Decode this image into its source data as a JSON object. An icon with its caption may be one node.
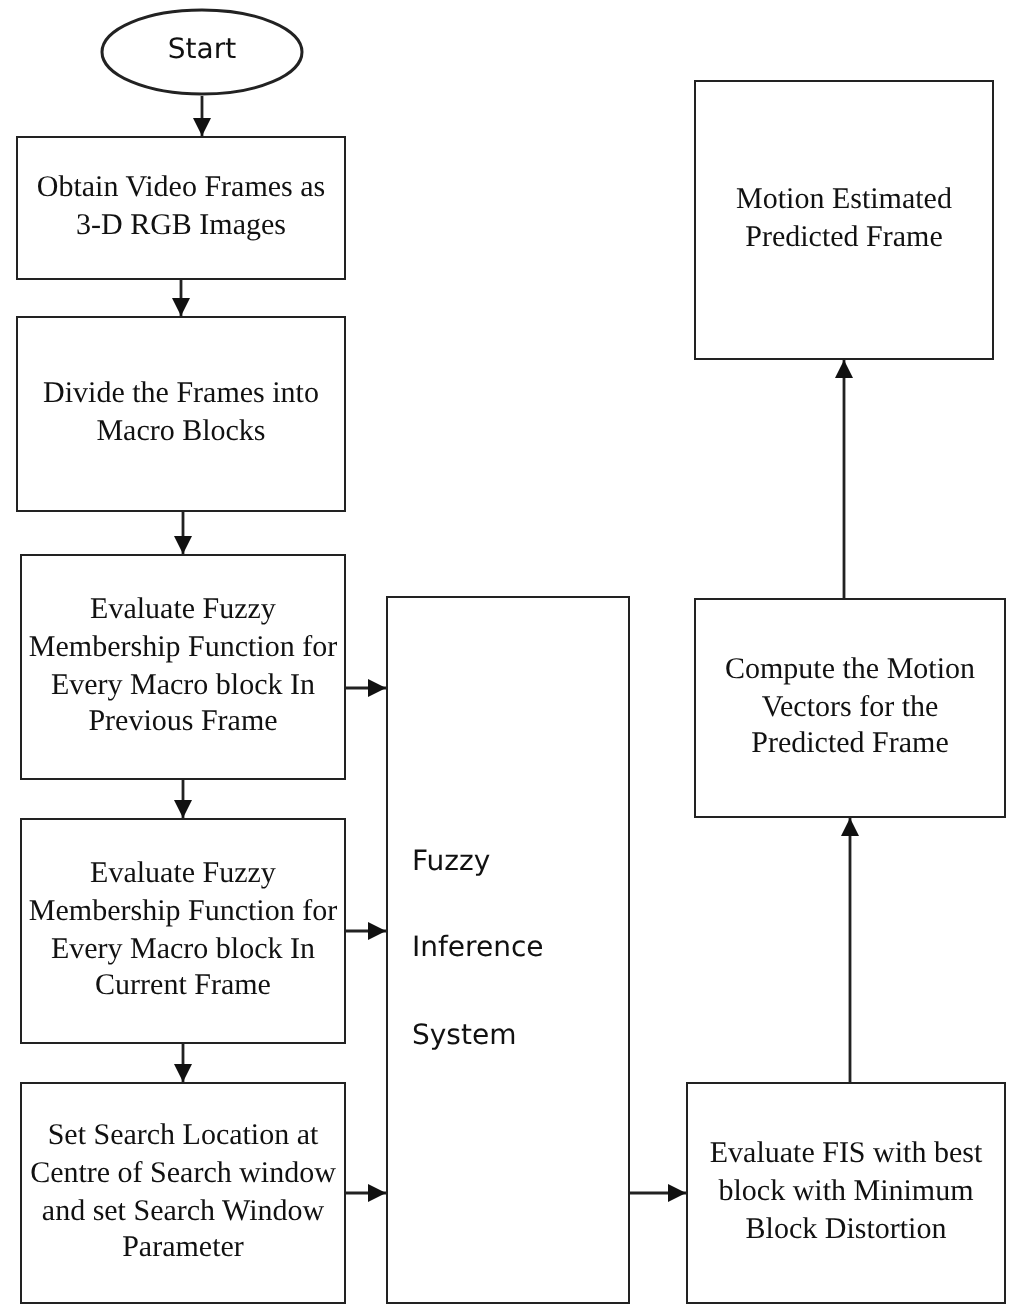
{
  "diagram": {
    "nodes": [
      {
        "text": [
          "Start"
        ]
      },
      {
        "text": [
          "Obtain Video Frames as 3-D RGB Images"
        ]
      },
      {
        "text": [
          "Divide the Frames into Macro Blocks"
        ]
      },
      {
        "text": [
          "Evaluate Fuzzy Membership Function for Every Macro block In Previous Frame"
        ]
      },
      {
        "text": [
          "Evaluate Fuzzy Membership Function for Every Macro block In Current Frame"
        ]
      },
      {
        "text": [
          "Set Search Location at Centre of Search window and set Search Window Parameter"
        ]
      },
      {
        "text": [
          "Fuzzy Inference System"
        ]
      },
      {
        "text": [
          "Motion Estimated Predicted Frame"
        ]
      },
      {
        "text": [
          "Compute the Motion Vectors for the Predicted Frame"
        ]
      },
      {
        "text": [
          "Evaluate FIS with best block with Minimum Block Distortion"
        ]
      }
    ],
    "edges": [
      {
        "from": 0,
        "to": 1,
        "arrow": "to"
      },
      {
        "from": 1,
        "to": 2,
        "arrow": "to"
      },
      {
        "from": 2,
        "to": 3,
        "arrow": "to"
      },
      {
        "from": 3,
        "to": 4,
        "arrow": "to"
      },
      {
        "from": 4,
        "to": 5,
        "arrow": "to"
      },
      {
        "from": 3,
        "to": 6,
        "arrow": "to"
      },
      {
        "from": 4,
        "to": 6,
        "arrow": "to"
      },
      {
        "from": 5,
        "to": 6,
        "arrow": "to"
      },
      {
        "from": 6,
        "to": 9,
        "arrow": "to"
      },
      {
        "from": 9,
        "to": 8,
        "arrow": "to"
      },
      {
        "from": 8,
        "to": 7,
        "arrow": "to"
      }
    ]
  }
}
